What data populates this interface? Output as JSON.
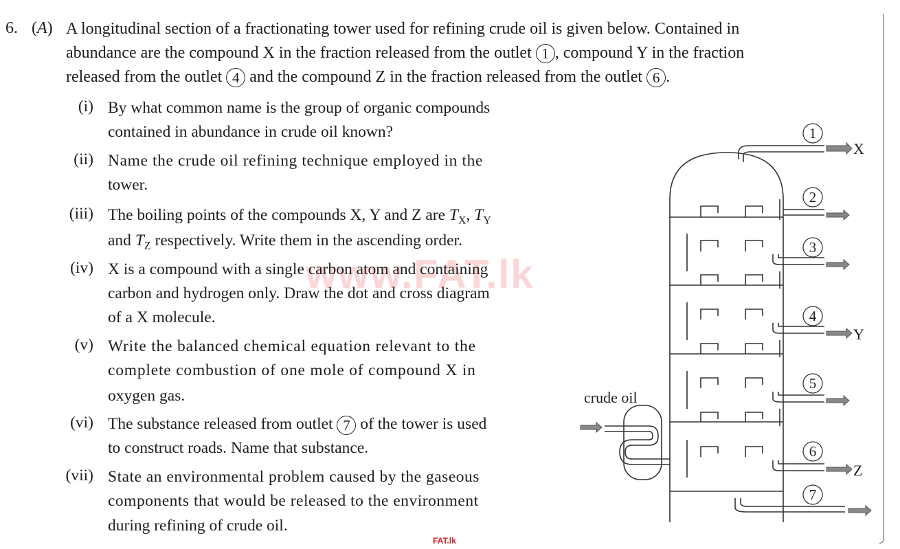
{
  "question": {
    "number": "6.",
    "part": "(A)",
    "intro_line1_a": "A longitudinal section of a fractionating tower used for refining crude oil is given below. Contained in",
    "intro_line2_a": "abundance are the compound X in the fraction released from the outlet",
    "intro_line2_b": ", compound Y in the fraction",
    "intro_line3_a": "released from the outlet",
    "intro_line3_b": "and the compound Z in the fraction released from the outlet",
    "intro_line3_c": ".",
    "outlet_refs": [
      "1",
      "4",
      "6",
      "7"
    ]
  },
  "subquestions": [
    {
      "num": "(i)",
      "lines": [
        "By what common name is the group of organic compounds",
        "contained in abundance in crude oil known?"
      ]
    },
    {
      "num": "(ii)",
      "lines": [
        "Name the crude oil refining technique employed in the",
        "tower."
      ]
    },
    {
      "num": "(iii)",
      "line1": "The boiling points of the compounds X, Y and Z are",
      "tx": "T",
      "tx_sub": "X",
      "comma": ",",
      "ty": "T",
      "ty_sub": "Y",
      "line2_a": "and",
      "tz": "T",
      "tz_sub": "Z",
      "line2_b": "respectively. Write them in the ascending order."
    },
    {
      "num": "(iv)",
      "lines": [
        "X is a compound with a single carbon atom and containing",
        "carbon and hydrogen only. Draw the dot and cross diagram",
        "of a X molecule."
      ]
    },
    {
      "num": "(v)",
      "lines": [
        "Write the balanced chemical equation relevant to the",
        "complete combustion of one mole of compound X in",
        "oxygen gas."
      ]
    },
    {
      "num": "(vi)",
      "line1_a": "The substance released from outlet",
      "line1_b": "of the tower is used",
      "line2": "to construct roads. Name that substance."
    },
    {
      "num": "(vii)",
      "lines": [
        "State an environmental problem caused by the gaseous",
        "components that would be released to the environment",
        "during refining of crude oil."
      ]
    }
  ],
  "diagram": {
    "outlets": [
      "1",
      "2",
      "3",
      "4",
      "5",
      "6",
      "7"
    ],
    "products": {
      "x": "X",
      "y": "Y",
      "z": "Z"
    },
    "input_label": "crude oil"
  },
  "watermark": "www.FAT.lk",
  "footer": "FAT.lk"
}
